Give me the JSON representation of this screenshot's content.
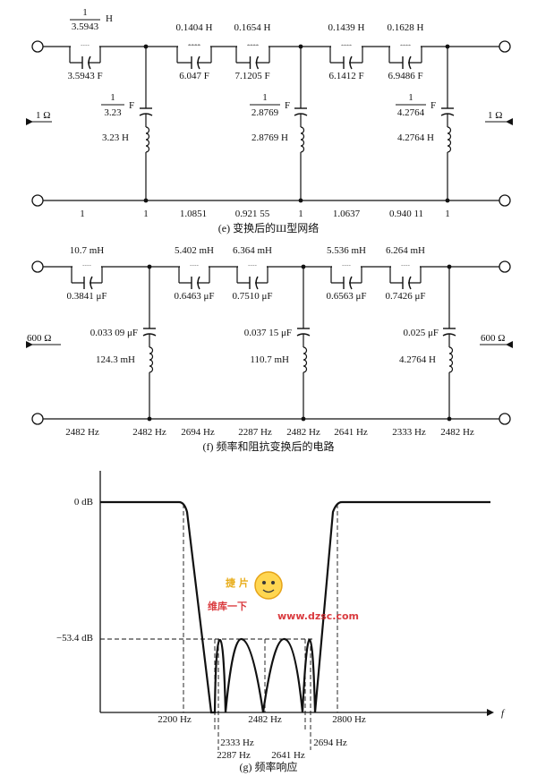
{
  "panel_e": {
    "caption": "(e) 变换后的Ш型网络",
    "left_port": "1 Ω",
    "right_port": "1 Ω",
    "series_arms": [
      {
        "l_num": "1",
        "l_den": "3.5943",
        "l_unit": "H",
        "c": "3.5943 F"
      },
      {
        "l": "0.1404 H",
        "c": "6.047 F"
      },
      {
        "l": "0.1654 H",
        "c": "7.1205 F"
      },
      {
        "l": "0.1439 H",
        "c": "6.1412 F"
      },
      {
        "l": "0.1628 H",
        "c": "6.9486 F"
      }
    ],
    "shunt_arms": [
      {
        "c_num": "1",
        "c_den": "3.23",
        "c_unit": "F",
        "l": "3.23 H"
      },
      {
        "c_num": "1",
        "c_den": "2.8769",
        "c_unit": "F",
        "l": "2.8769 H"
      },
      {
        "c_num": "1",
        "c_den": "4.2764",
        "c_unit": "F",
        "l": "4.2764 H"
      }
    ],
    "bottom_values": [
      "1",
      "1",
      "1.0851",
      "0.921 55",
      "1",
      "1.0637",
      "0.940 11",
      "1"
    ]
  },
  "panel_f": {
    "caption": "(f) 频率和阻抗变换后的电路",
    "left_port": "600 Ω",
    "right_port": "600 Ω",
    "series_arms": [
      {
        "l": "10.7 mH",
        "c": "0.3841 μF"
      },
      {
        "l": "5.402 mH",
        "c": "0.6463 μF"
      },
      {
        "l": "6.364 mH",
        "c": "0.7510 μF"
      },
      {
        "l": "5.536 mH",
        "c": "0.6563 μF"
      },
      {
        "l": "6.264 mH",
        "c": "0.7426 μF"
      }
    ],
    "shunt_arms": [
      {
        "c": "0.033 09 μF",
        "l": "124.3 mH"
      },
      {
        "c": "0.037 15 μF",
        "l": "110.7 mH"
      },
      {
        "c": "0.025 μF",
        "l": "4.2764 H"
      }
    ],
    "bottom_values": [
      "2482 Hz",
      "2482 Hz",
      "2694 Hz",
      "2287 Hz",
      "2482 Hz",
      "2641 Hz",
      "2333 Hz",
      "2482 Hz"
    ]
  },
  "panel_g": {
    "caption": "(g) 频率响应",
    "y_labels": [
      "0 dB",
      "−53.4 dB"
    ],
    "x_axis_label": "f",
    "x_labels_upper": [
      "2200 Hz",
      "2482 Hz",
      "2800 Hz"
    ],
    "x_labels_lower": [
      "2333 Hz",
      "2287 Hz",
      "2641 Hz",
      "2694 Hz"
    ]
  },
  "watermark": {
    "line1": "捷 片",
    "line2": "维库一下",
    "url": "www.dzsc.com"
  }
}
